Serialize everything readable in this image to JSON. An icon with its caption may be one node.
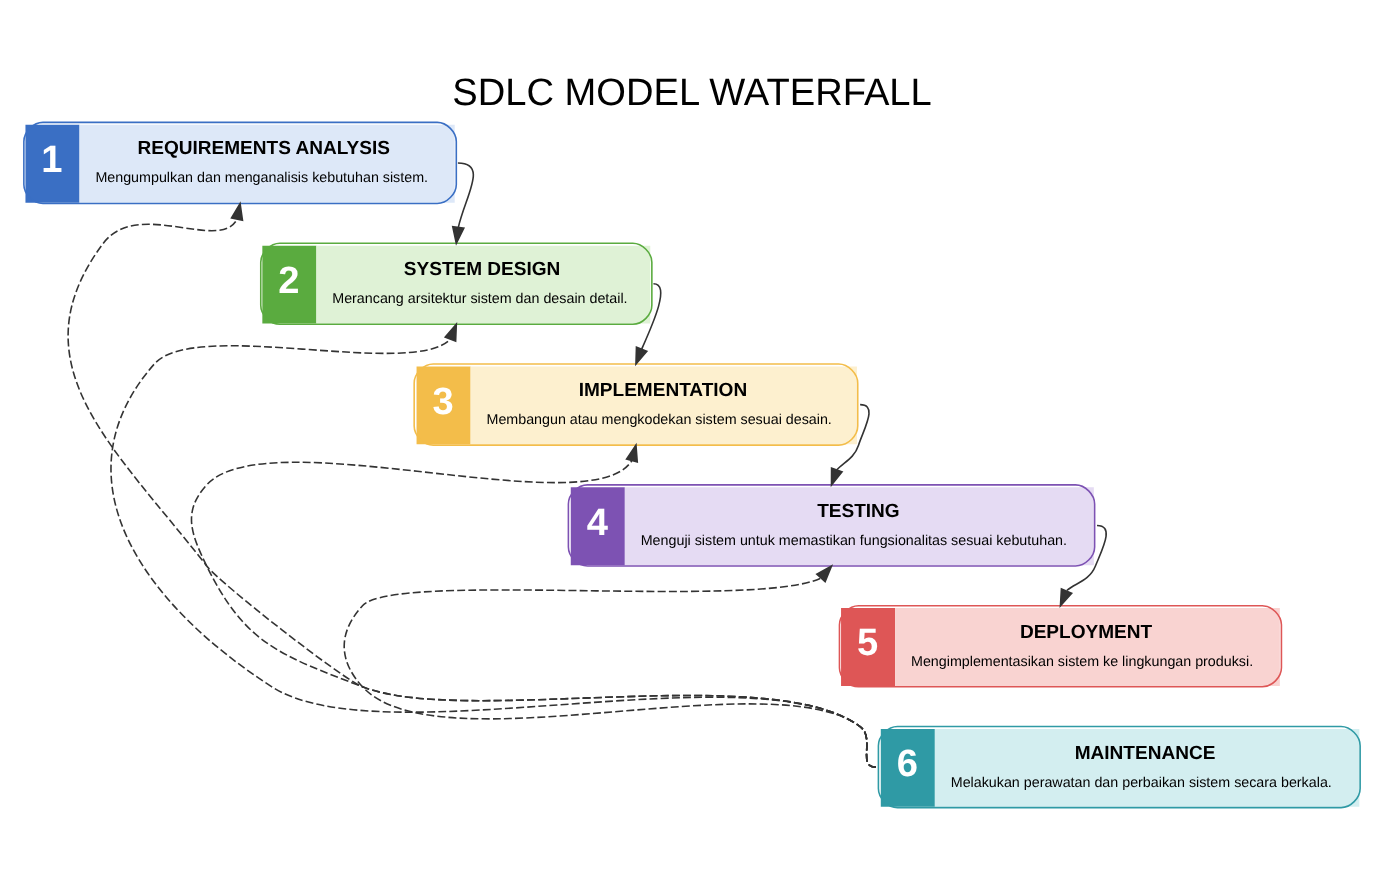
{
  "diagram": {
    "title": "SDLC MODEL WATERFALL",
    "nodes": [
      {
        "text": [
          "1",
          "REQUIREMENTS ANALYSIS",
          "Mengumpulkan dan menganalisis kebutuhan sistem."
        ]
      },
      {
        "text": [
          "2",
          "SYSTEM DESIGN",
          "Merancang arsitektur sistem dan desain detail."
        ]
      },
      {
        "text": [
          "3",
          "IMPLEMENTATION",
          "Membangun atau mengkodekan sistem sesuai desain."
        ]
      },
      {
        "text": [
          "4",
          "TESTING",
          "Menguji sistem untuk memastikan fungsionalitas sesuai kebutuhan."
        ]
      },
      {
        "text": [
          "5",
          "DEPLOYMENT",
          "Mengimplementasikan sistem ke lingkungan produksi."
        ]
      },
      {
        "text": [
          "6",
          "MAINTENANCE",
          "Melakukan perawatan dan perbaikan sistem secara berkala."
        ]
      }
    ],
    "edges": [
      {
        "from": 0,
        "to": 1,
        "arrow": "to"
      },
      {
        "from": 1,
        "to": 2,
        "arrow": "to"
      },
      {
        "from": 2,
        "to": 3,
        "arrow": "to"
      },
      {
        "from": 3,
        "to": 4,
        "arrow": "to"
      },
      {
        "from": 5,
        "to": 0,
        "arrow": "to",
        "style": "dashed"
      },
      {
        "from": 5,
        "to": 1,
        "arrow": "to",
        "style": "dashed"
      },
      {
        "from": 5,
        "to": 2,
        "arrow": "to",
        "style": "dashed"
      },
      {
        "from": 5,
        "to": 3,
        "arrow": "to",
        "style": "dashed"
      }
    ]
  }
}
